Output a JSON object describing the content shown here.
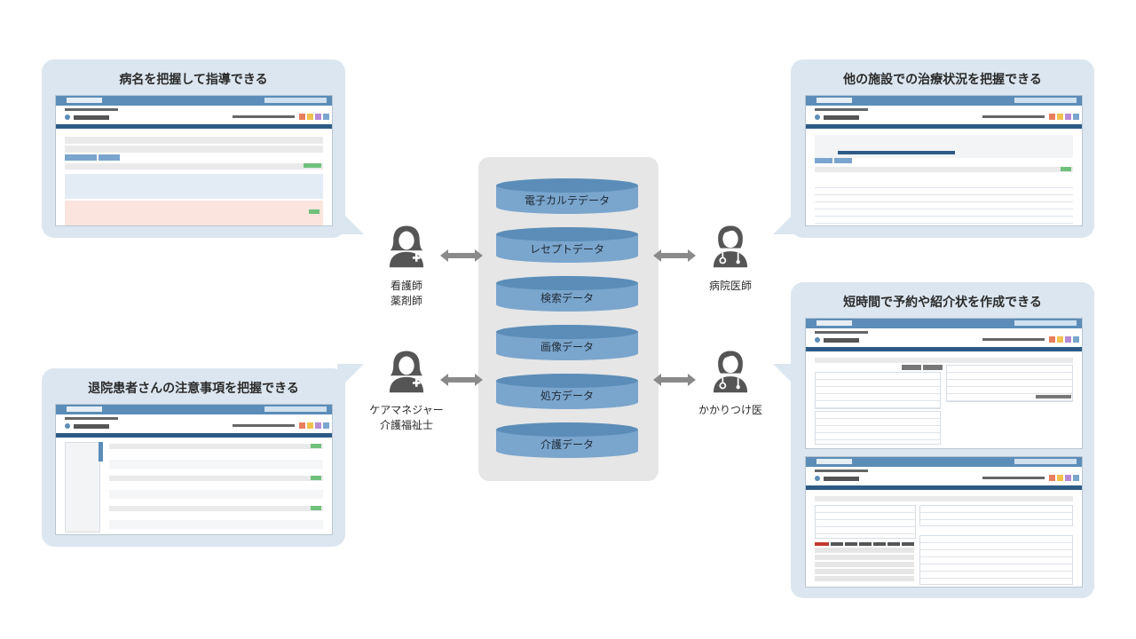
{
  "panels": {
    "top_left_title": "病名を把握して指導できる",
    "bottom_left_title": "退院患者さんの注意事項を把握できる",
    "top_right_title": "他の施設での治療状況を把握できる",
    "bottom_right_title": "短時間で予約や紹介状を作成できる"
  },
  "database": {
    "items": [
      {
        "label": "電子カルテデータ"
      },
      {
        "label": "レセプトデータ"
      },
      {
        "label": "検索データ"
      },
      {
        "label": "画像データ"
      },
      {
        "label": "処方データ"
      },
      {
        "label": "介護データ"
      }
    ]
  },
  "roles": {
    "left_top": {
      "line1": "看護師",
      "line2": "薬剤師",
      "icon": "nurse-icon"
    },
    "left_bottom": {
      "line1": "ケアマネジャー",
      "line2": "介護福祉士",
      "icon": "care-worker-icon"
    },
    "right_top": {
      "line1": "病院医師",
      "icon": "doctor-icon"
    },
    "right_bottom": {
      "line1": "かかりつけ医",
      "icon": "doctor-icon"
    }
  },
  "colors": {
    "bubble": "#dce6f0",
    "cylinder": "#7aa5cd",
    "cylinder_top": "#5b8db8",
    "database_bg": "#e6e6e6",
    "icon": "#555555",
    "arrow": "#8a8a8a"
  }
}
